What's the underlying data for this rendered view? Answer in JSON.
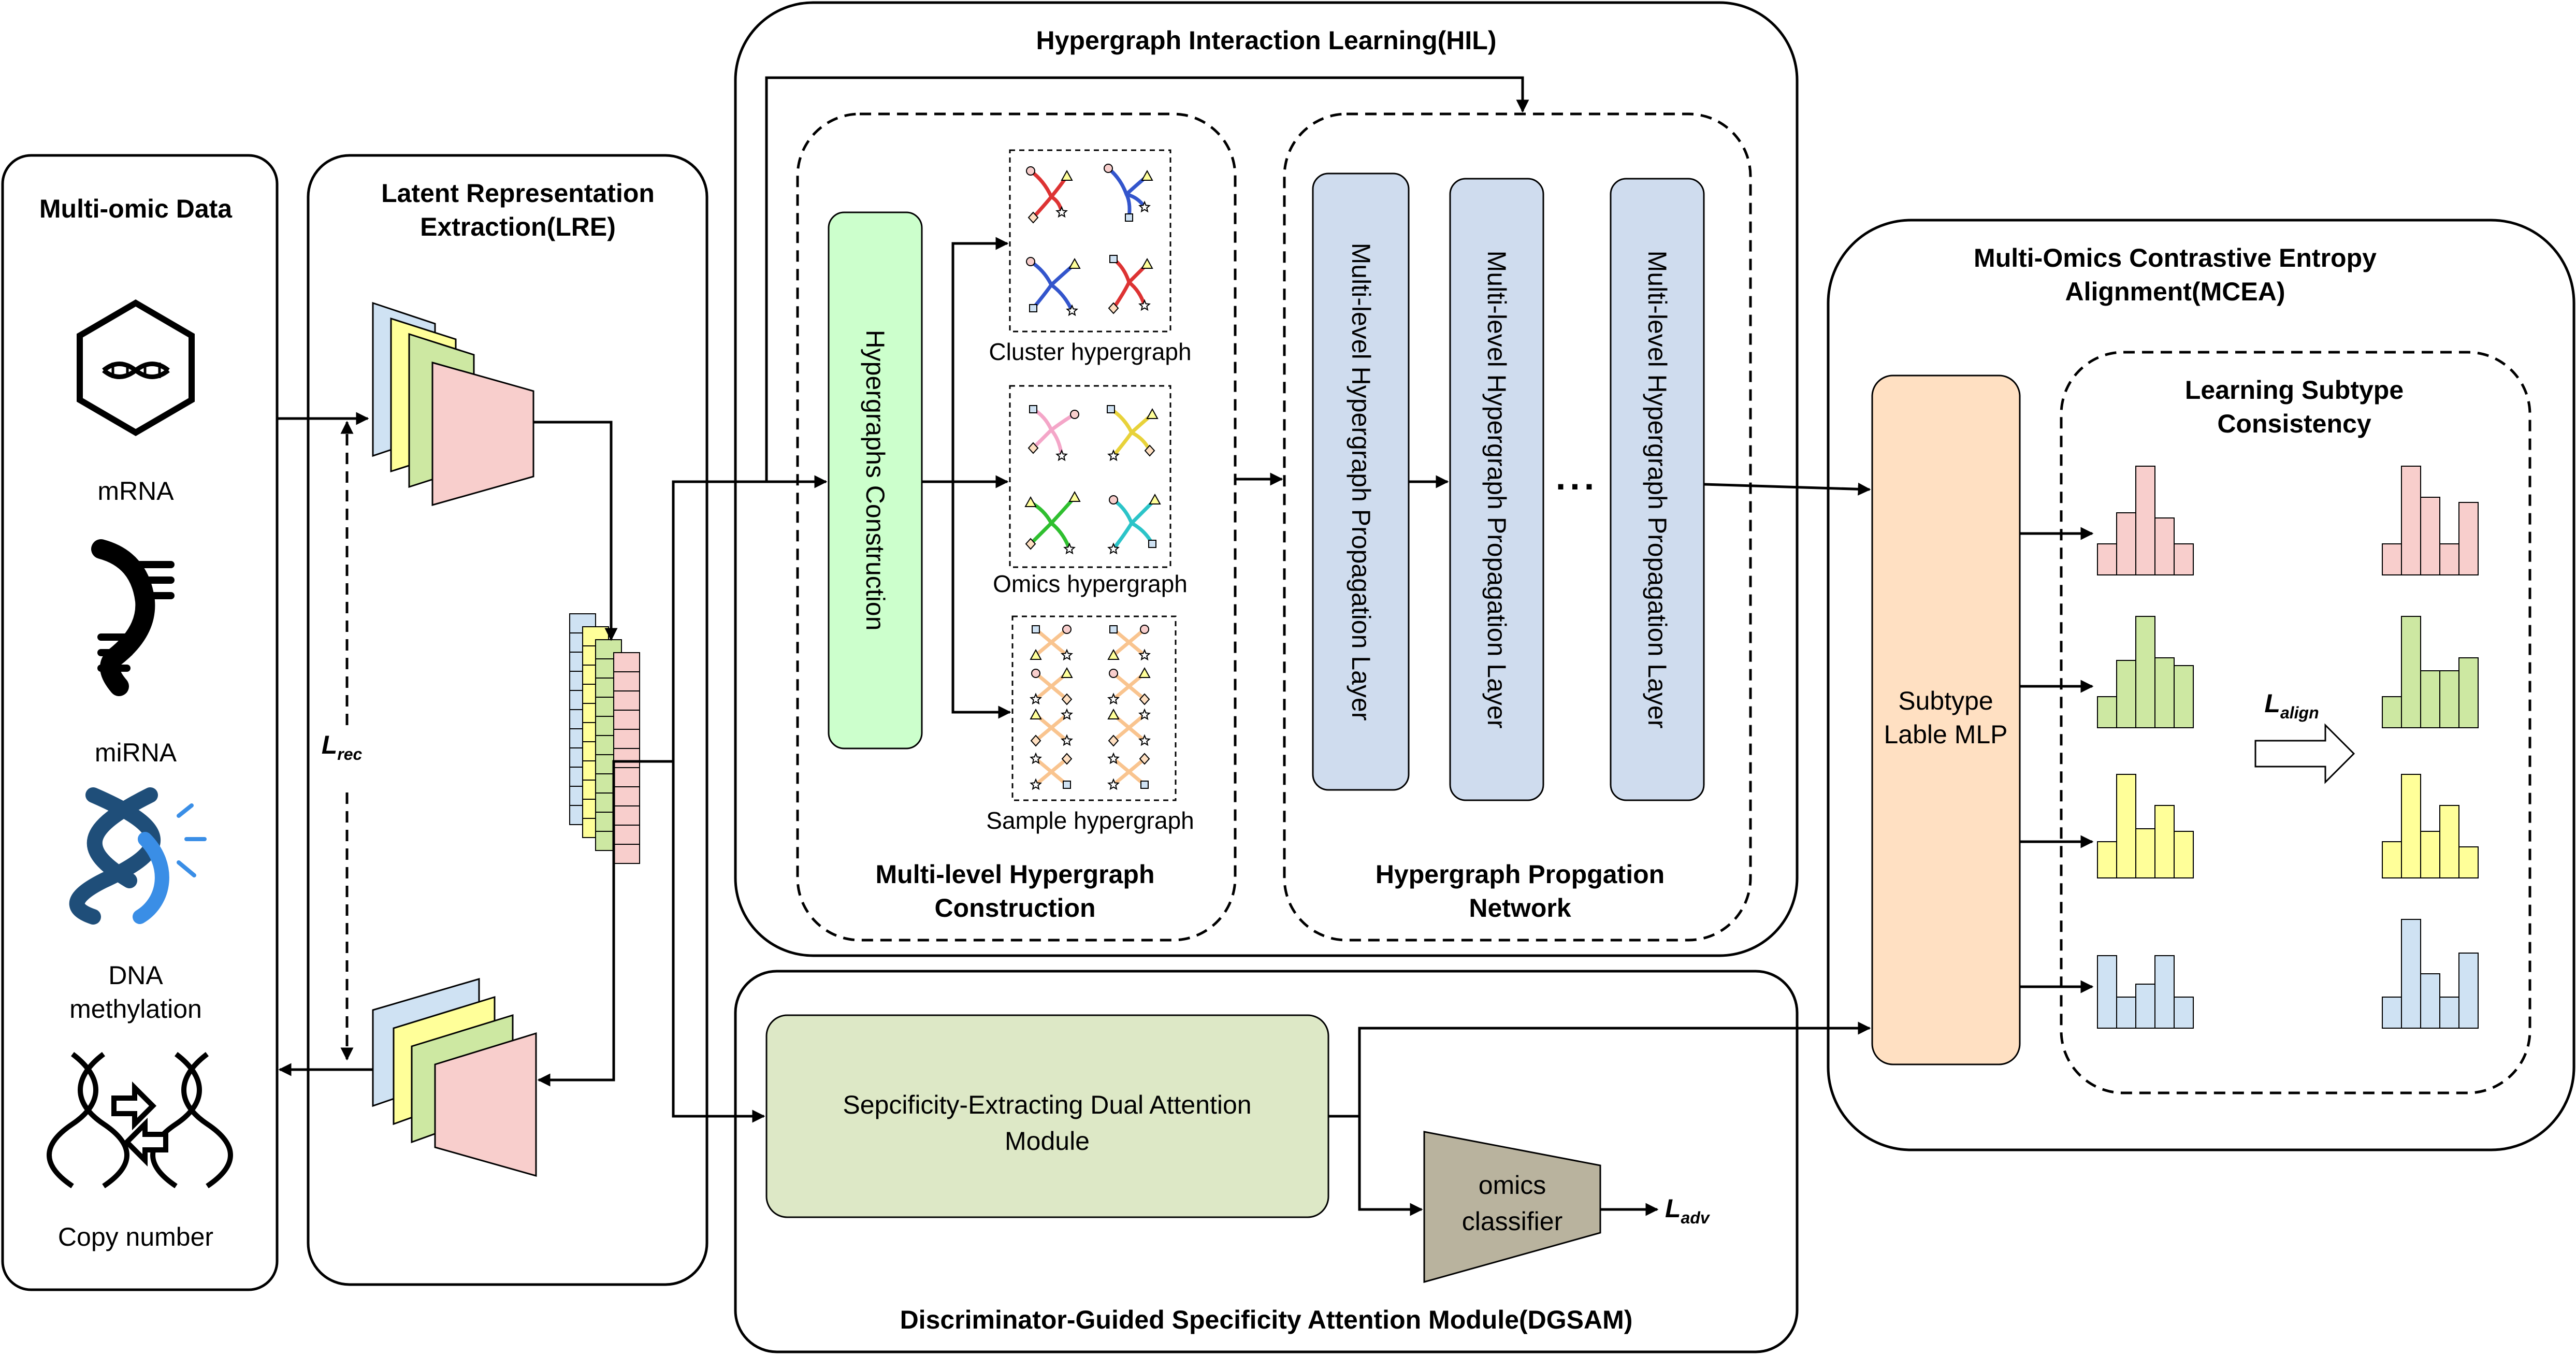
{
  "panels": {
    "multiomic": {
      "title": "Multi-omic Data",
      "items": [
        "mRNA",
        "miRNA",
        "DNA",
        "methylation",
        "Copy number"
      ]
    },
    "lre": {
      "title_line1": "Latent Representation",
      "title_line2": "Extraction(LRE)",
      "loss_main": "L",
      "loss_sub": "rec"
    },
    "hil": {
      "title": "Hypergraph Interaction Learning(HIL)",
      "construction_block": "Hypergraphs Construction",
      "hypergraphs": [
        "Cluster hypergraph",
        "Omics hypergraph",
        "Sample hypergraph"
      ],
      "sub1_line1": "Multi-level Hypergraph",
      "sub1_line2": "Construction",
      "layer_label": "Multi-level Hypergraph Propagation Layer",
      "ellipsis": "...",
      "sub2_line1": "Hypergraph Propgation",
      "sub2_line2": "Network"
    },
    "mcea": {
      "title_line1": "Multi-Omics Contrastive Entropy",
      "title_line2": "Alignment(MCEA)",
      "mlp_line1": "Subtype",
      "mlp_line2": "Lable MLP",
      "consistency_line1": "Learning Subtype",
      "consistency_line2": "Consistency",
      "loss_main": "L",
      "loss_sub": "align"
    },
    "dgsam": {
      "title": "Discriminator-Guided Specificity Attention Module(DGSAM)",
      "attention_line1": "Sepcificity-Extracting Dual Attention",
      "attention_line2": "Module",
      "classifier_line1": "omics",
      "classifier_line2": "classifier",
      "loss_main": "L",
      "loss_sub": "adv"
    }
  },
  "colors": {
    "blue": "#cfe2f3",
    "yellow": "#ffff99",
    "green": "#cde8a2",
    "pink": "#f8cecc",
    "construction": "#ccffcc",
    "layer": "#cfdcee",
    "mlp": "#ffe0c2",
    "attention": "#dde8c6",
    "classifier": "#b9b39e"
  }
}
